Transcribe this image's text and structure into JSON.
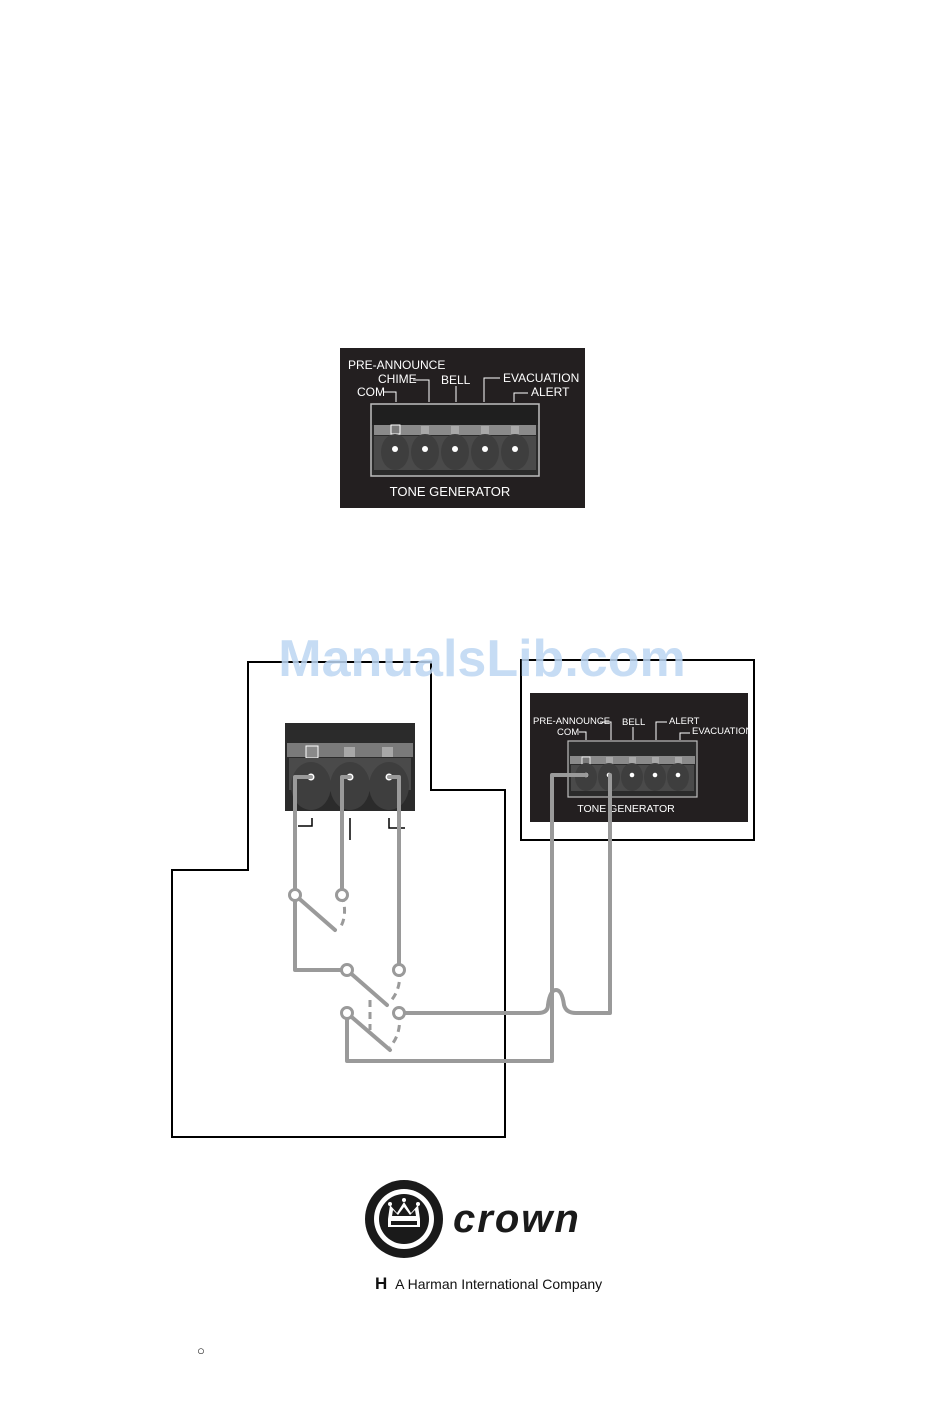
{
  "panel_top": {
    "labels": {
      "pre_announce": "PRE-ANNOUNCE",
      "chime": "CHIME",
      "com": "COM",
      "bell": "BELL",
      "evacuation": "EVACUATION",
      "alert": "ALERT"
    },
    "caption": "TONE GENERATOR"
  },
  "panel_small": {
    "labels": {
      "pre_announce": "PRE-ANNOUNCE",
      "com": "COM",
      "bell": "BELL",
      "alert": "ALERT",
      "evacuation": "EVACUATION"
    },
    "caption": "TONE GENERATOR"
  },
  "watermark": "ManualsLib.com",
  "logo": {
    "brand": "crown",
    "harman_mark": "H",
    "tagline": "A Harman International Company"
  },
  "footer_mark": "○",
  "colors": {
    "panel_bg": "#231f20",
    "connector_fill": "#3a3a3a",
    "wire": "#9a9a9a",
    "watermark": "#bcd6f2"
  }
}
